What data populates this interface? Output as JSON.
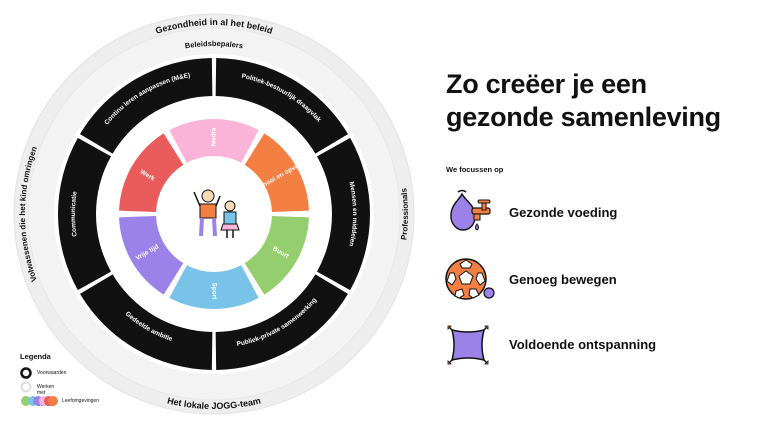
{
  "diagram": {
    "outer_ring": {
      "top": "Gezondheid in al het beleid",
      "bottom": "Het lokale JOGG-team",
      "left": "Volwassenen die het kind omringen",
      "right": "Professionals"
    },
    "middle_ring": {
      "top": "Beleidsbepalers"
    },
    "conditions": [
      "Politiek-bestuurlijk draagvlak",
      "Mensen en middelen",
      "Publiek-private samenwerking",
      "Gedeelde ambitie",
      "Communicatie",
      "Continu leren aanpassen (M&E)"
    ],
    "living_environments": [
      {
        "label": "Media",
        "color": "#f9b4d8"
      },
      {
        "label": "School en opvang",
        "color": "#f47f43"
      },
      {
        "label": "Buurt",
        "color": "#95ce6e"
      },
      {
        "label": "Sport",
        "color": "#79c3e9"
      },
      {
        "label": "Vrije tijd",
        "color": "#9a82e8"
      },
      {
        "label": "Werk",
        "color": "#ea5b5b"
      }
    ],
    "colors": {
      "ring_outer": "#eeeeee",
      "ring_conditions": "#111111",
      "divider": "#ffffff"
    }
  },
  "title": "Zo creëer je een gezonde samenleving",
  "focus": {
    "heading": "We focussen op",
    "items": [
      {
        "label": "Gezonde voeding",
        "icon": "pear-tap-icon"
      },
      {
        "label": "Genoeg bewegen",
        "icon": "ball-icon"
      },
      {
        "label": "Voldoende ontspanning",
        "icon": "pillow-icon"
      }
    ]
  },
  "legend": {
    "heading": "Legenda",
    "items": [
      {
        "label": "Voorwaarden",
        "icon": "black-ring-icon"
      },
      {
        "label": "Werken met een werknet",
        "icon": "grey-ring-icon"
      },
      {
        "label": "Leefomgevingen",
        "icon": "colored-dots-icon"
      }
    ]
  }
}
